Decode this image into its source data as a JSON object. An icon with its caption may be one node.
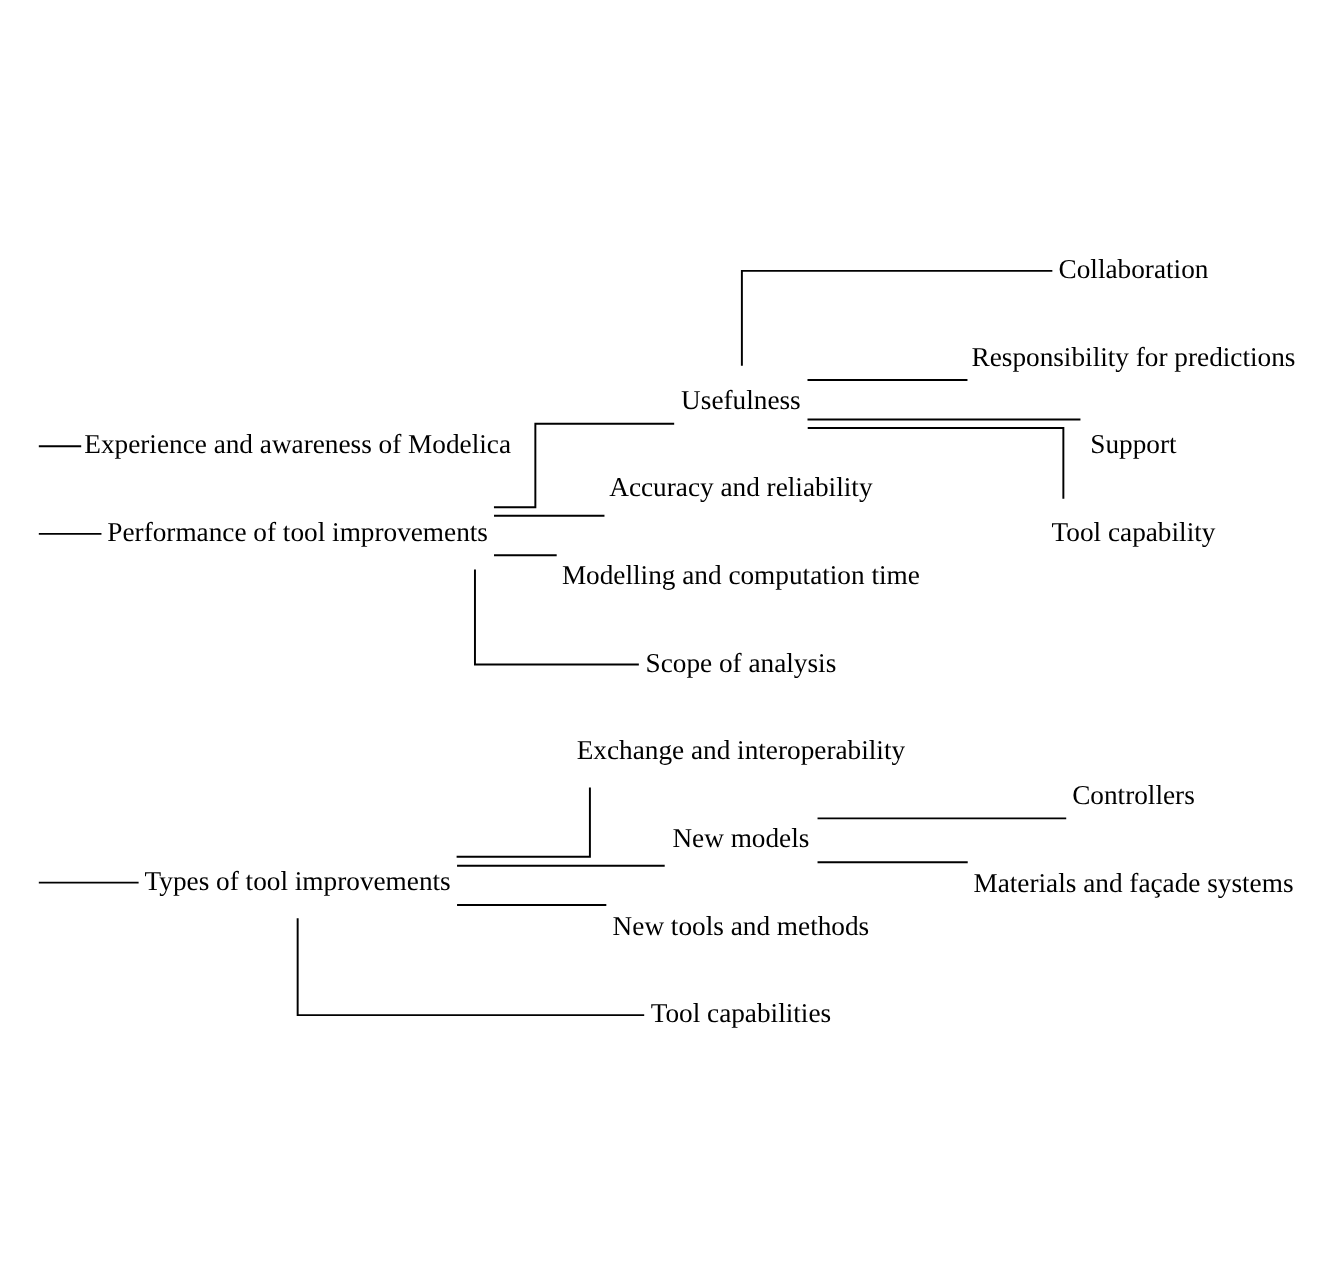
{
  "diagram": {
    "nodes": [
      {
        "text": [
          "Types of tool improvements"
        ]
      },
      {
        "text": [
          "Exchange and interoperability"
        ]
      },
      {
        "text": [
          "New models"
        ]
      },
      {
        "text": [
          "Controllers"
        ]
      },
      {
        "text": [
          "Materials and façade systems"
        ]
      },
      {
        "text": [
          "New tools and methods"
        ]
      },
      {
        "text": [
          "Tool capabilities"
        ]
      },
      {
        "text": [
          "Performance of tool improvements"
        ]
      },
      {
        "text": [
          "Usefulness"
        ]
      },
      {
        "text": [
          "Collaboration"
        ]
      },
      {
        "text": [
          "Responsibility for predictions"
        ]
      },
      {
        "text": [
          "Support"
        ]
      },
      {
        "text": [
          "Tool capability"
        ]
      },
      {
        "text": [
          "Accuracy and reliability"
        ]
      },
      {
        "text": [
          "Modelling and computation time"
        ]
      },
      {
        "text": [
          "Scope of analysis"
        ]
      },
      {
        "text": [
          "Experience and awareness of Modelica"
        ]
      }
    ],
    "edges": [
      {
        "from": null,
        "to": 0,
        "arrow": "none"
      },
      {
        "from": 0,
        "to": 1,
        "arrow": "none"
      },
      {
        "from": 0,
        "to": 2,
        "arrow": "none"
      },
      {
        "from": 2,
        "to": 3,
        "arrow": "none"
      },
      {
        "from": 2,
        "to": 4,
        "arrow": "none"
      },
      {
        "from": 0,
        "to": 5,
        "arrow": "none"
      },
      {
        "from": 0,
        "to": 6,
        "arrow": "none"
      },
      {
        "from": null,
        "to": 7,
        "arrow": "none"
      },
      {
        "from": 7,
        "to": 8,
        "arrow": "none"
      },
      {
        "from": 8,
        "to": 9,
        "arrow": "none"
      },
      {
        "from": 8,
        "to": 10,
        "arrow": "none"
      },
      {
        "from": 8,
        "to": 11,
        "arrow": "none"
      },
      {
        "from": 8,
        "to": 12,
        "arrow": "none"
      },
      {
        "from": 7,
        "to": 13,
        "arrow": "none"
      },
      {
        "from": 7,
        "to": 14,
        "arrow": "none"
      },
      {
        "from": 7,
        "to": 15,
        "arrow": "none"
      },
      {
        "from": null,
        "to": 16,
        "arrow": "none"
      }
    ]
  }
}
